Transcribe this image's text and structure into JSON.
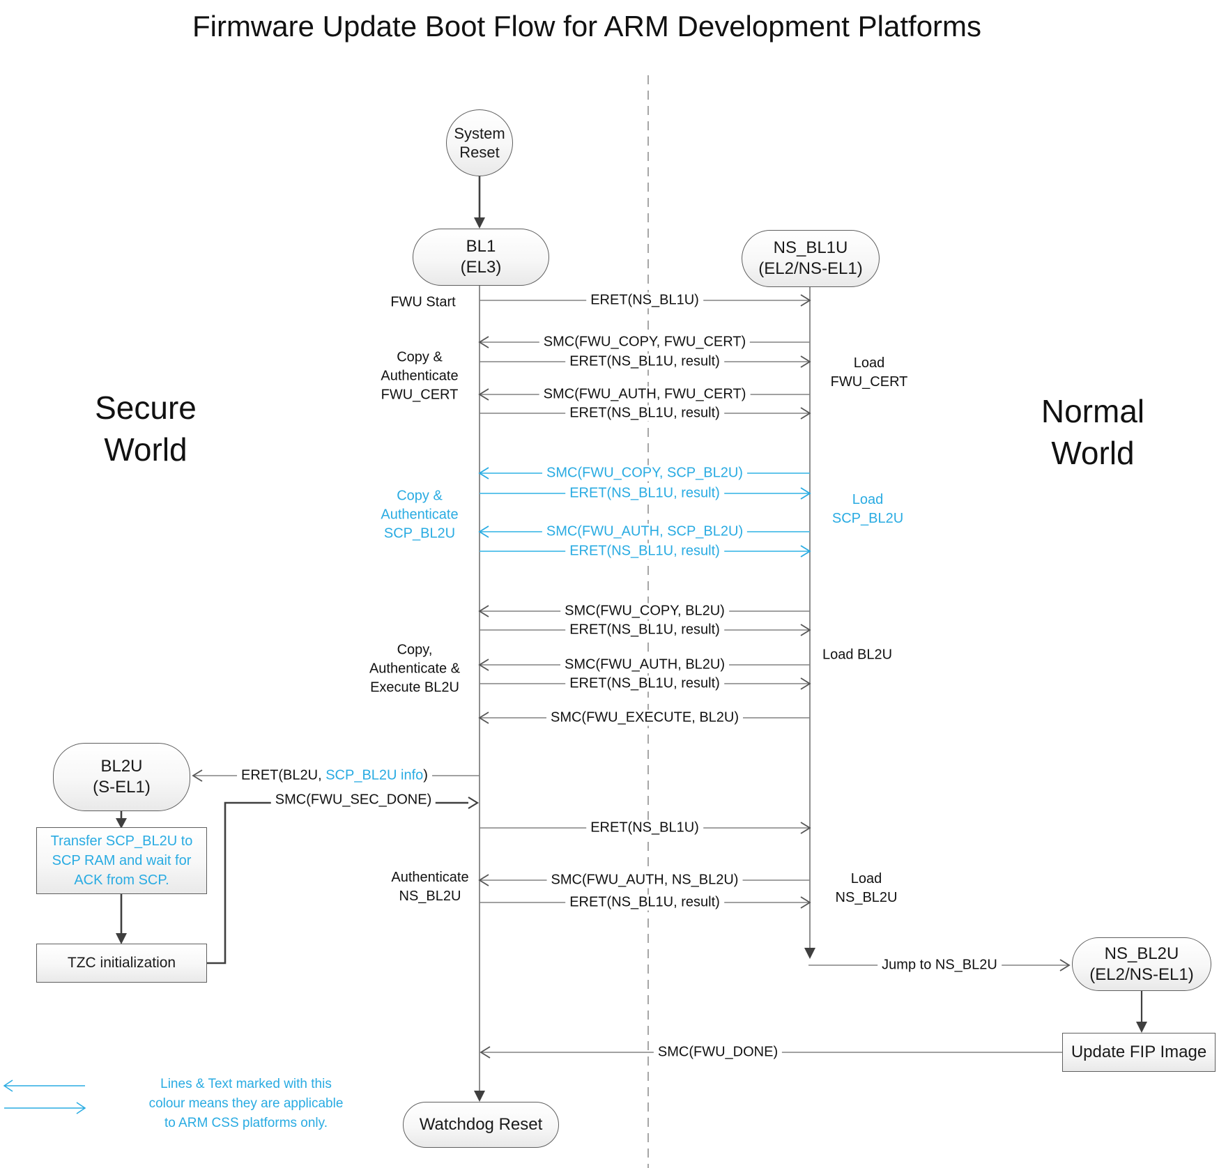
{
  "title": "Firmware Update Boot Flow for ARM Development Platforms",
  "worlds": {
    "secure_l1": "Secure",
    "secure_l2": "World",
    "normal_l1": "Normal",
    "normal_l2": "World"
  },
  "nodes": {
    "system_reset_l1": "System",
    "system_reset_l2": "Reset",
    "bl1_l1": "BL1",
    "bl1_l2": "(EL3)",
    "ns_bl1u_l1": "NS_BL1U",
    "ns_bl1u_l2": "(EL2/NS-EL1)",
    "bl2u_l1": "BL2U",
    "bl2u_l2": "(S-EL1)",
    "ns_bl2u_l1": "NS_BL2U",
    "ns_bl2u_l2": "(EL2/NS-EL1)",
    "transfer_l1": "Transfer SCP_BL2U to",
    "transfer_l2": "SCP RAM and wait for",
    "transfer_l3": "ACK from SCP.",
    "tzc": "TZC initialization",
    "update_fip": "Update FIP Image",
    "watchdog": "Watchdog Reset"
  },
  "messages": {
    "eret_ns_bl1u": "ERET(NS_BL1U)",
    "smc_copy_fwu_cert": "SMC(FWU_COPY, FWU_CERT)",
    "eret_result_1": "ERET(NS_BL1U, result)",
    "smc_auth_fwu_cert": "SMC(FWU_AUTH, FWU_CERT)",
    "eret_result_2": "ERET(NS_BL1U, result)",
    "smc_copy_scp_bl2u": "SMC(FWU_COPY, SCP_BL2U)",
    "eret_result_3": "ERET(NS_BL1U, result)",
    "smc_auth_scp_bl2u": "SMC(FWU_AUTH, SCP_BL2U)",
    "eret_result_4": "ERET(NS_BL1U, result)",
    "smc_copy_bl2u": "SMC(FWU_COPY, BL2U)",
    "eret_result_5": "ERET(NS_BL1U, result)",
    "smc_auth_bl2u": "SMC(FWU_AUTH, BL2U)",
    "eret_result_6": "ERET(NS_BL1U, result)",
    "smc_execute_bl2u": "SMC(FWU_EXECUTE, BL2U)",
    "eret_bl2u_pre": "ERET(BL2U, ",
    "eret_bl2u_cyan": "SCP_BL2U info",
    "eret_bl2u_post": ")",
    "smc_sec_done": "SMC(FWU_SEC_DONE)",
    "eret_ns_bl1u_2": "ERET(NS_BL1U)",
    "smc_auth_ns_bl2u": "SMC(FWU_AUTH, NS_BL2U)",
    "eret_result_7": "ERET(NS_BL1U, result)",
    "jump_ns_bl2u": "Jump to NS_BL2U",
    "smc_fwu_done": "SMC(FWU_DONE)"
  },
  "side_labels": {
    "fwu_start": "FWU Start",
    "copy_auth_fwu_cert_l1": "Copy &",
    "copy_auth_fwu_cert_l2": "Authenticate",
    "copy_auth_fwu_cert_l3": "FWU_CERT",
    "load_fwu_cert_l1": "Load",
    "load_fwu_cert_l2": "FWU_CERT",
    "copy_auth_scp_bl2u_l1": "Copy &",
    "copy_auth_scp_bl2u_l2": "Authenticate",
    "copy_auth_scp_bl2u_l3": "SCP_BL2U",
    "load_scp_bl2u_l1": "Load",
    "load_scp_bl2u_l2": "SCP_BL2U",
    "copy_auth_exec_bl2u_l1": "Copy,",
    "copy_auth_exec_bl2u_l2": "Authenticate &",
    "copy_auth_exec_bl2u_l3": "Execute BL2U",
    "load_bl2u": "Load BL2U",
    "auth_ns_bl2u_l1": "Authenticate",
    "auth_ns_bl2u_l2": "NS_BL2U",
    "load_ns_bl2u_l1": "Load",
    "load_ns_bl2u_l2": "NS_BL2U"
  },
  "legend": {
    "l1": "Lines & Text marked with this",
    "l2": "colour means they are applicable",
    "l3": "to ARM CSS platforms only."
  },
  "colors": {
    "accent_cyan": "#29abe2",
    "line_gray": "#828282",
    "dark_arrow": "#3f3f3f"
  }
}
